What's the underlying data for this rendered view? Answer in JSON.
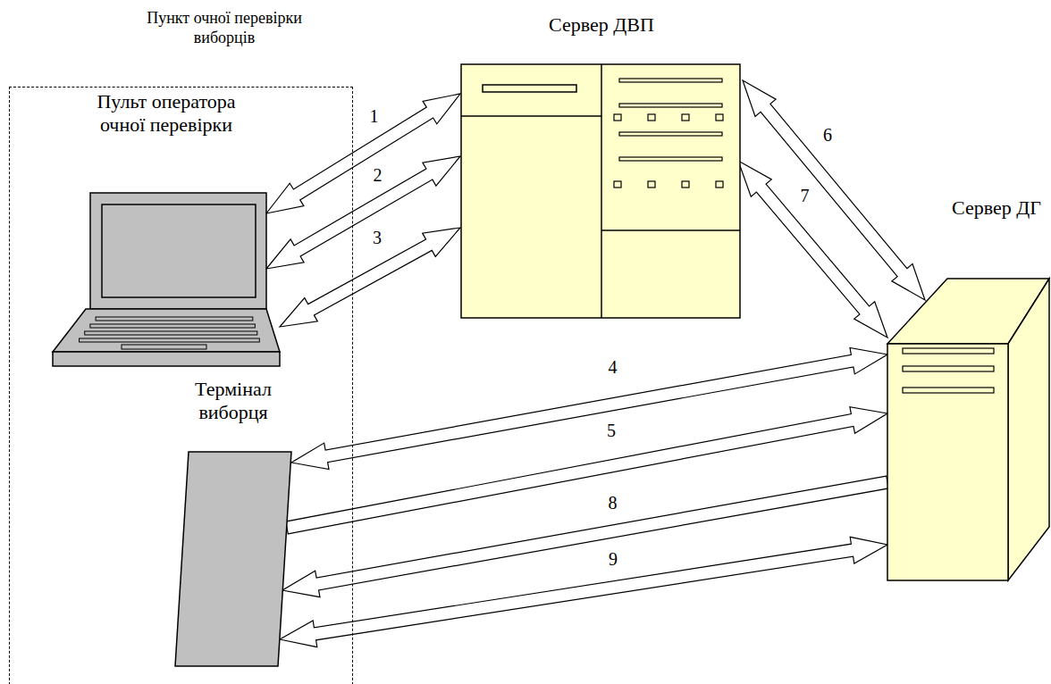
{
  "diagram": {
    "nodes": [
      {
        "text": [
          "Пункт очної перевірки виборців"
        ]
      },
      {
        "text": [
          "Пульт оператора очної перевірки"
        ],
        "in": 0
      },
      {
        "text": [
          "Термінал виборця"
        ],
        "in": 0
      },
      {
        "text": [
          "Сервер ДВП"
        ]
      },
      {
        "text": [
          "Сервер ДГ"
        ]
      }
    ],
    "edges": [
      {
        "from": 1,
        "to": 3,
        "label": "1",
        "arrow": "both"
      },
      {
        "from": 1,
        "to": 3,
        "label": "2",
        "arrow": "both"
      },
      {
        "from": 1,
        "to": 3,
        "label": "3",
        "arrow": "both"
      },
      {
        "from": 2,
        "to": 4,
        "label": "4",
        "arrow": "both"
      },
      {
        "from": 2,
        "to": 4,
        "label": "5",
        "arrow": "to"
      },
      {
        "from": 3,
        "to": 4,
        "label": "6",
        "arrow": "both"
      },
      {
        "from": 3,
        "to": 4,
        "label": "7",
        "arrow": "both"
      },
      {
        "from": 4,
        "to": 2,
        "label": "8",
        "arrow": "to"
      },
      {
        "from": 2,
        "to": 4,
        "label": "9",
        "arrow": "both"
      }
    ]
  }
}
